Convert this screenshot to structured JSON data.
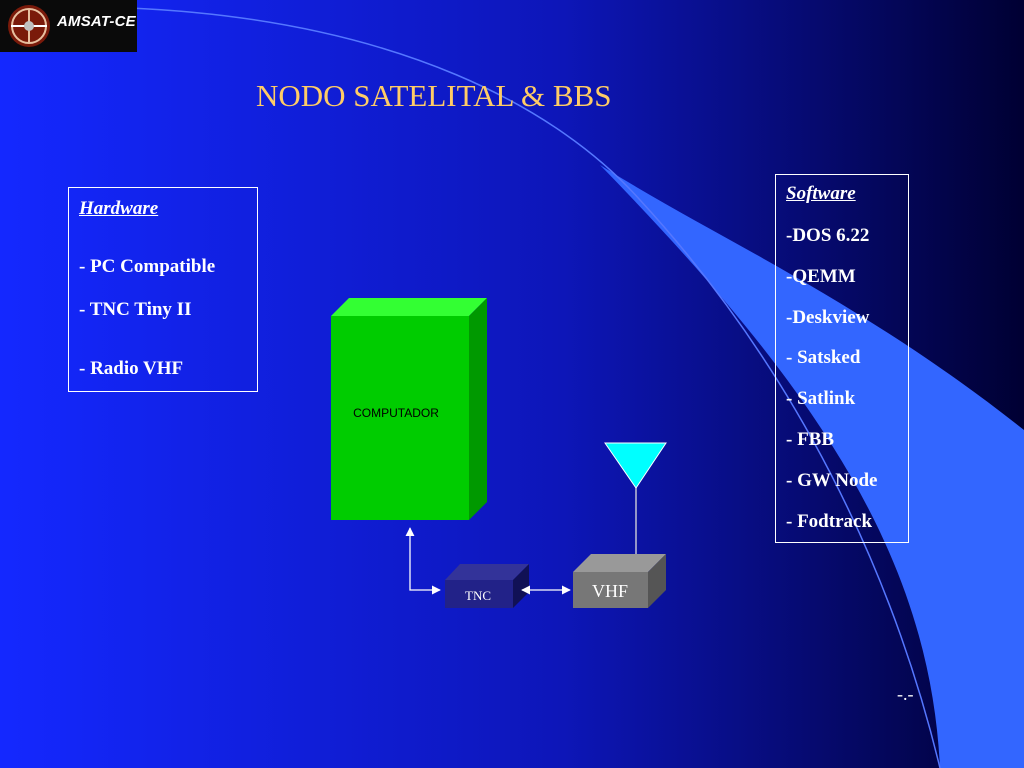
{
  "logo": {
    "text": "AMSAT-CE"
  },
  "title": "NODO SATELITAL & BBS",
  "hardware": {
    "heading": "Hardware",
    "items": [
      "- PC  Compatible",
      "- TNC Tiny II",
      "- Radio  VHF"
    ]
  },
  "software": {
    "heading": "Software",
    "items": [
      "-DOS 6.22",
      "-QEMM",
      "-Deskview",
      "- Satsked",
      "- Satlink",
      "- FBB",
      "- GW Node",
      "- Fodtrack"
    ]
  },
  "diagram": {
    "computer_label": "COMPUTADOR",
    "tnc_label": "TNC",
    "radio_label": "VHF",
    "antenna": "antenna-icon"
  },
  "footer": "-.-",
  "colors": {
    "background_left": "#1428ff",
    "background_right": "#000033",
    "accent_band": "#3366ff",
    "title": "#ffcc66",
    "computer_green": "#00cc00",
    "tnc_navy": "#222288",
    "radio_gray": "#777777",
    "antenna_cyan": "#00ffff"
  }
}
